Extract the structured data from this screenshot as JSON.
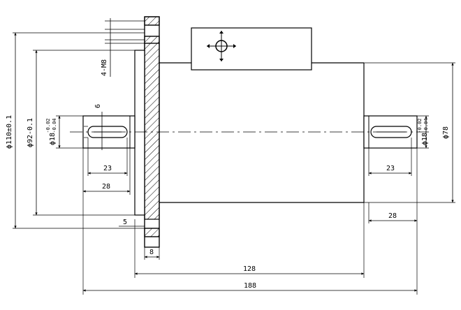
{
  "dimensions": {
    "phi110": "ϕ110±0.1",
    "phi92": "ϕ92-0.1",
    "phi18_left": "ϕ18",
    "tol_upper_left": "-0.02",
    "tol_lower_left": "-0.04",
    "phi18_right": "ϕ18",
    "tol_upper_right": "-0.02",
    "tol_lower_right": "-0.04",
    "phi78": "ϕ78",
    "holes": "4-M8",
    "key_width": "6",
    "keyway_left": "23",
    "shaft_left": "28",
    "keyway_right": "23",
    "shaft_right": "28",
    "flange_gap": "5",
    "flange_thickness": "8",
    "body_length": "128",
    "overall_length": "188"
  }
}
